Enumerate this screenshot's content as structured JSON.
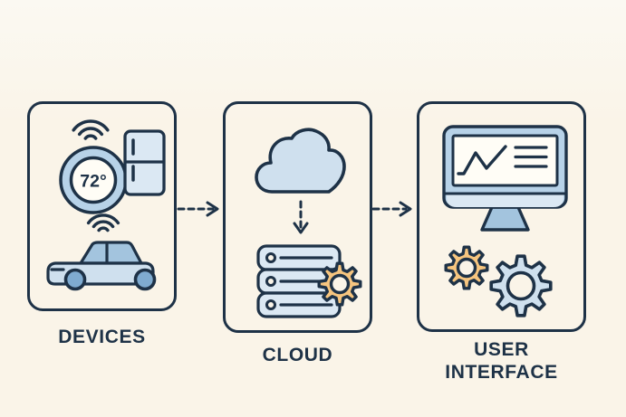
{
  "diagram": {
    "nodes": [
      {
        "id": "devices",
        "label": "DEVICES",
        "icons": [
          "wifi-signal",
          "smart-thermostat",
          "refrigerator",
          "wifi-signal",
          "connected-car"
        ],
        "thermostat_reading": "72°"
      },
      {
        "id": "cloud",
        "label": "CLOUD",
        "icons": [
          "cloud",
          "down-arrow",
          "server-stack",
          "gear"
        ]
      },
      {
        "id": "user-interface",
        "label": "USER\nINTERFACE",
        "icons": [
          "monitor-with-line-chart",
          "gear",
          "gear"
        ]
      }
    ],
    "connections": [
      {
        "from": "devices",
        "to": "cloud",
        "style": "dashed-arrow-right"
      },
      {
        "from": "cloud",
        "to": "user-interface",
        "style": "dashed-arrow-right"
      },
      {
        "from": "cloud-icon",
        "to": "server-stack",
        "style": "dashed-arrow-down"
      }
    ]
  },
  "colors": {
    "background": "#faf4e8",
    "outline": "#1e3247",
    "text": "#1e3247",
    "light_blue": "#cfe0ee",
    "pale_blue": "#dbe8f3",
    "frame_blue": "#b7d2e8",
    "medium_blue": "#a3c4de",
    "wheel_blue": "#7fabd0",
    "orange": "#f6c57f",
    "screen_white": "#fffdf6"
  }
}
